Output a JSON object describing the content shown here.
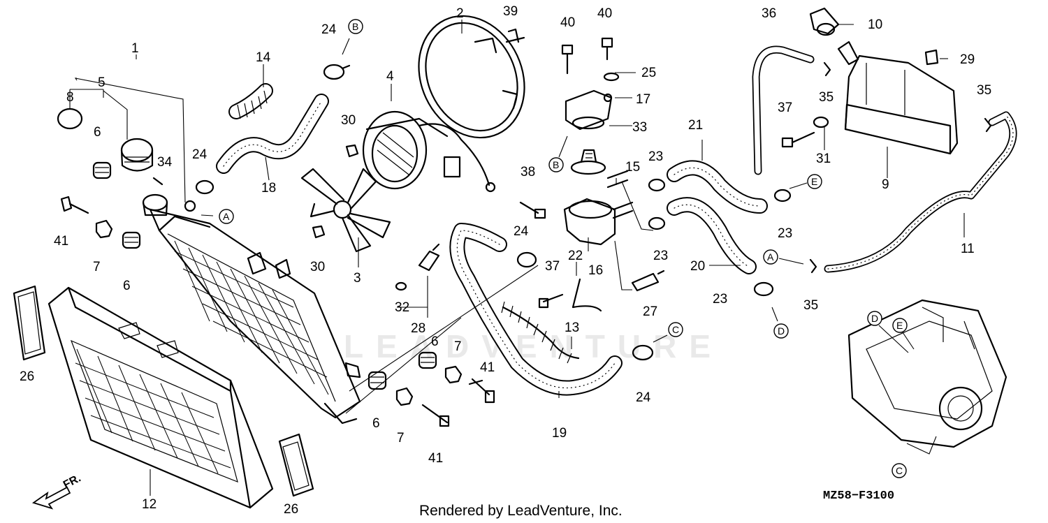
{
  "diagram": {
    "watermark": "LEADVENTURE",
    "footer_text": "Rendered by LeadVenture, Inc.",
    "diagram_code": "MZ58−F3100",
    "front_arrow_label": "FR.",
    "callouts": [
      "1",
      "2",
      "3",
      "4",
      "5",
      "6",
      "6",
      "6",
      "6",
      "7",
      "7",
      "7",
      "8",
      "9",
      "10",
      "11",
      "12",
      "13",
      "14",
      "15",
      "16",
      "17",
      "18",
      "19",
      "20",
      "21",
      "22",
      "23",
      "23",
      "23",
      "23",
      "23",
      "24",
      "24",
      "24",
      "24",
      "24",
      "25",
      "26",
      "26",
      "27",
      "28",
      "29",
      "30",
      "30",
      "31",
      "32",
      "33",
      "34",
      "35",
      "35",
      "35",
      "35",
      "36",
      "37",
      "37",
      "38",
      "39",
      "40",
      "40",
      "41",
      "41",
      "41"
    ],
    "ref_letters": [
      "A",
      "A",
      "B",
      "B",
      "C",
      "C",
      "D",
      "D",
      "E",
      "E"
    ]
  }
}
